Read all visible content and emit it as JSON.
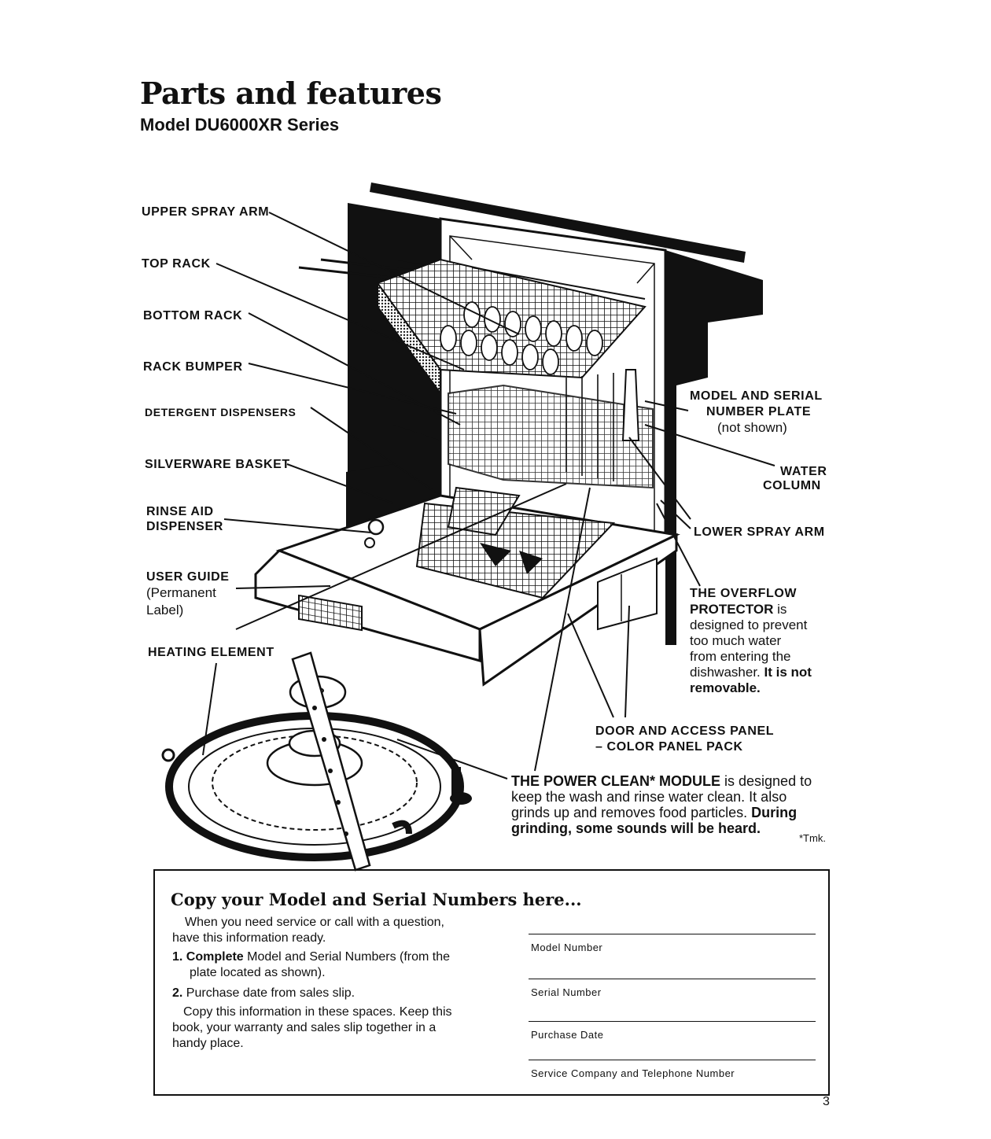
{
  "header": {
    "title": "Parts and features",
    "subtitle": "Model DU6000XR Series"
  },
  "labels": {
    "upper_spray_arm": "UPPER SPRAY ARM",
    "top_rack": "TOP RACK",
    "bottom_rack": "BOTTOM RACK",
    "rack_bumper": "RACK BUMPER",
    "detergent_dispensers": "DETERGENT DISPENSERS",
    "silverware_basket": "SILVERWARE BASKET",
    "rinse_aid_line1": "RINSE AID",
    "rinse_aid_line2": "DISPENSER",
    "user_guide_line1": "USER GUIDE",
    "user_guide_line2": "(Permanent",
    "user_guide_line3": "Label)",
    "heating_element": "HEATING ELEMENT",
    "model_serial_line1": "MODEL AND SERIAL",
    "model_serial_line2": "NUMBER PLATE",
    "model_serial_line3": "(not shown)",
    "water_column_line1": "WATER",
    "water_column_line2": "COLUMN",
    "lower_spray_arm": "LOWER SPRAY ARM",
    "overflow_line1": "THE OVERFLOW",
    "overflow_line2_bold": "PROTECTOR",
    "overflow_line2_rest": " is",
    "overflow_line3": "designed to prevent",
    "overflow_line4": "too much water",
    "overflow_line5": "from entering the",
    "overflow_line6_normal": "dishwasher. ",
    "overflow_line6_bold": "It is not",
    "overflow_line7_bold": "removable.",
    "door_panel_line1": "DOOR AND ACCESS PANEL",
    "door_panel_line2": "– COLOR PANEL PACK",
    "power_clean_bold": "THE POWER CLEAN* MODULE",
    "power_clean_rest": " is designed to",
    "power_clean_line2": "keep the wash and rinse water clean. It also",
    "power_clean_line3_normal": "grinds up and removes food particles. ",
    "power_clean_line3_bold": "During",
    "power_clean_line4_bold": "grinding, some sounds will be heard.",
    "tmk": "*Tmk."
  },
  "copy_box": {
    "heading": "Copy your Model and Serial Numbers here...",
    "intro_line1": "When you need service or call with a question,",
    "intro_line2": "have this information ready.",
    "step1_num": "1.",
    "step1_bold": "Complete",
    "step1_rest": " Model and Serial Numbers (from the",
    "step1_line2": "plate located as shown).",
    "step2_num": "2.",
    "step2_text": " Purchase date from sales slip.",
    "outro_line1": "Copy this information in these spaces. Keep this",
    "outro_line2": "book, your warranty and sales slip together in a",
    "outro_line3": "handy place.",
    "fields": [
      "Model Number",
      "Serial Number",
      "Purchase Date",
      "Service Company and Telephone Number"
    ]
  },
  "page_number": "3"
}
